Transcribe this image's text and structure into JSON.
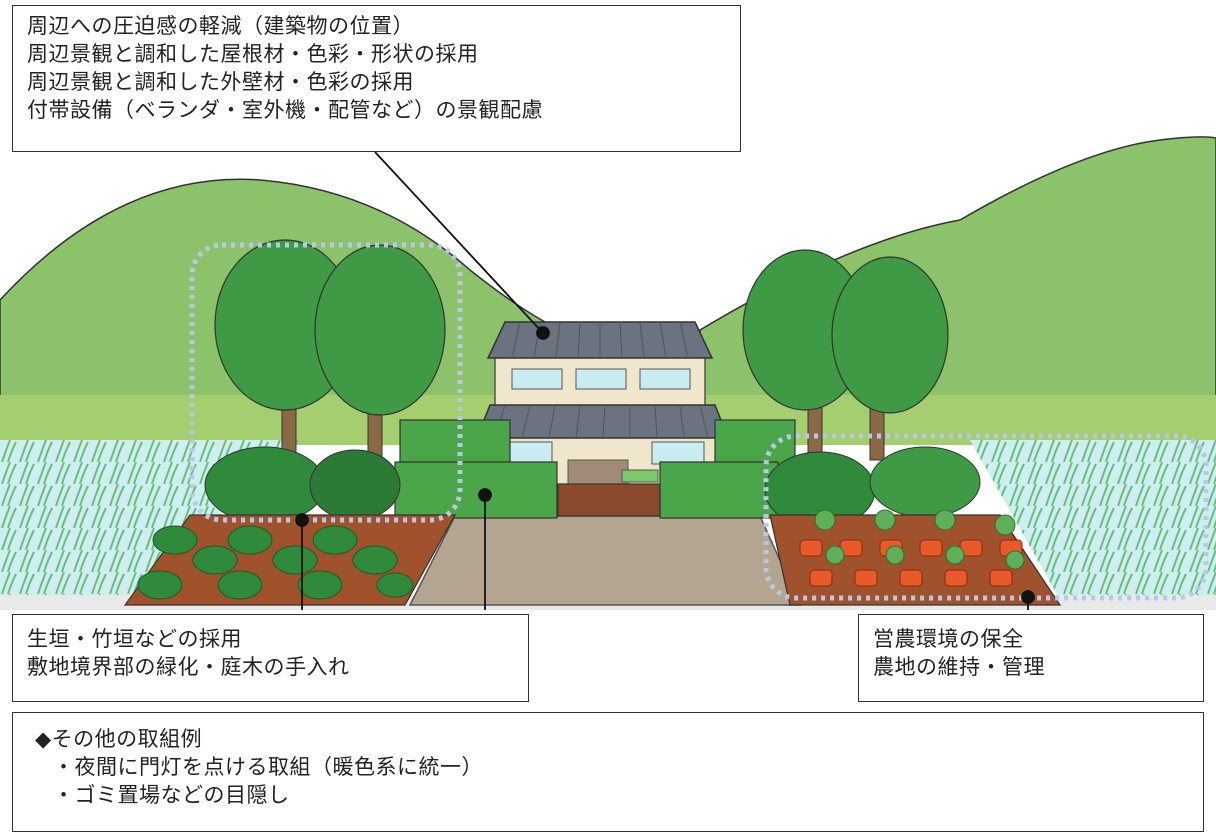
{
  "callouts": {
    "top": {
      "lines": [
        "周辺への圧迫感の軽減（建築物の位置）",
        "周辺景観と調和した屋根材・色彩・形状の採用",
        "周辺景観と調和した外壁材・色彩の採用",
        "付帯設備（ベランダ・室外機・配管など）の景観配慮"
      ]
    },
    "left": {
      "lines": [
        "生垣・竹垣などの採用",
        "敷地境界部の緑化・庭木の手入れ"
      ]
    },
    "right": {
      "lines": [
        "営農環境の保全",
        "農地の維持・管理"
      ]
    }
  },
  "other": {
    "heading": "◆その他の取組例",
    "items": [
      "・夜間に門灯を点ける取組（暖色系に統一）",
      "・ゴミ置場などの目隠し"
    ]
  },
  "colors": {
    "mountain": "#8cc26a",
    "mountain_dark": "#7ab055",
    "tree_canopy": "#3f9a45",
    "tree_trunk": "#8a6a45",
    "hedge": "#4aa648",
    "roof": "#6b7280",
    "wall": "#f0e6cc",
    "window": "#c9ecf2",
    "path": "#b3a58f",
    "soil": "#a0522d",
    "rice_paddy": "#cfeef2",
    "carrot": "#e85a2a",
    "dotted_outline": "#b9c8e6"
  }
}
